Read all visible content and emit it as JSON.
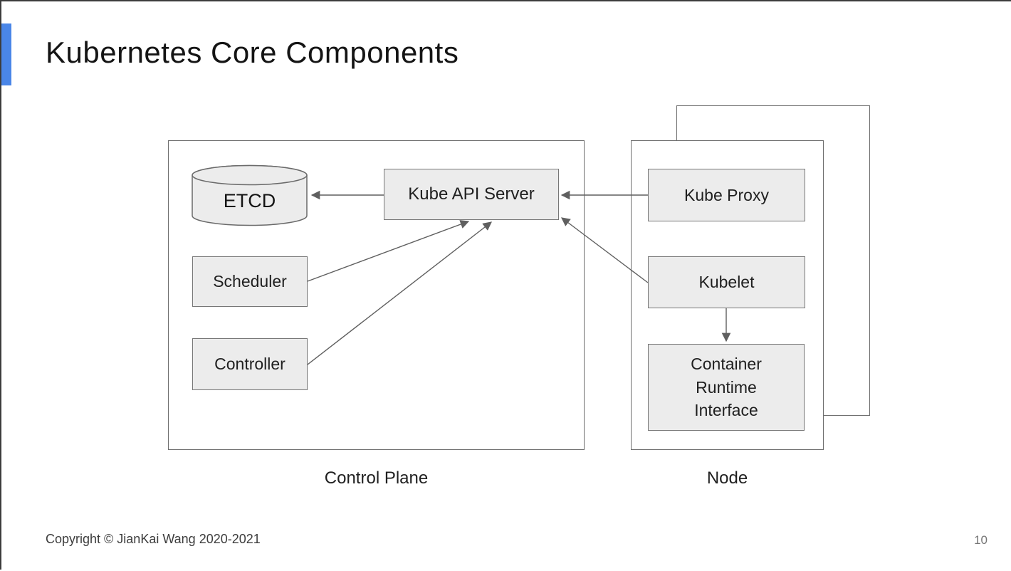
{
  "slide": {
    "title": "Kubernetes Core Components",
    "footer": "Copyright © JianKai Wang 2020-2021",
    "page_number": "10",
    "accent_color": "#4a86e8"
  },
  "diagram": {
    "control_plane": {
      "label": "Control Plane",
      "components": {
        "etcd": "ETCD",
        "api_server": "Kube API Server",
        "scheduler": "Scheduler",
        "controller": "Controller"
      }
    },
    "node": {
      "label": "Node",
      "components": {
        "kube_proxy": "Kube Proxy",
        "kubelet": "Kubelet",
        "cri": "Container Runtime Interface"
      }
    },
    "edges": [
      {
        "from": "Kube API Server",
        "to": "ETCD"
      },
      {
        "from": "Scheduler",
        "to": "Kube API Server"
      },
      {
        "from": "Controller",
        "to": "Kube API Server"
      },
      {
        "from": "Kube Proxy",
        "to": "Kube API Server"
      },
      {
        "from": "Kubelet",
        "to": "Kube API Server"
      },
      {
        "from": "Kubelet",
        "to": "Container Runtime Interface"
      }
    ]
  }
}
